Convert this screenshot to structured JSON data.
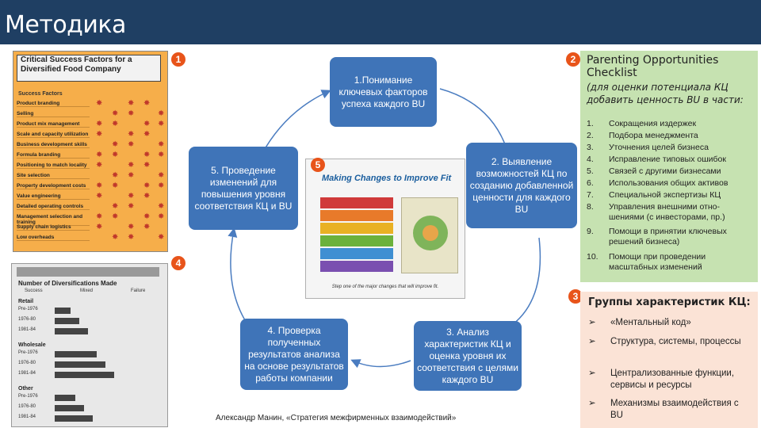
{
  "title": "Методика",
  "badges": {
    "b1": "1",
    "b2": "2",
    "b3": "3",
    "b4": "4",
    "b5": "5"
  },
  "cycle": {
    "box1": "1.Понимание ключевых факторов успеха каждого BU",
    "box2": "2. Выявление возможностей КЦ по созданию добавленной ценности для каждого BU",
    "box3": "3. Анализ характеристик КЦ и оценка уровня их соответствия с целями каждого BU",
    "box4": "4. Проверка полученных результатов анализа на основе результатов работы компании",
    "box5": "5. Проведение изменений для повышения уровня соответствия КЦ и BU"
  },
  "csf": {
    "heading": "Critical Success Factors for a Diversified Food Company",
    "factors_header": "Success Factors",
    "factors": [
      "Product branding",
      "Selling",
      "Product mix management",
      "Scale and capacity utilization",
      "Business development skills",
      "Formula branding",
      "Positioning to match locality",
      "Site selection",
      "Property development costs",
      "Value engineering",
      "Detailed operating controls",
      "Management selection and training",
      "Supply chain logistics",
      "Low overheads"
    ]
  },
  "book": {
    "title": "Making Changes to Improve Fit",
    "caption": "Step one of the major changes that will improve fit."
  },
  "oldtable": {
    "heading": "Number of Diversifications Made",
    "cols": [
      "Success",
      "Mixed",
      "Failure"
    ],
    "groups": [
      {
        "name": "Retail",
        "rows": [
          "Pre-1976",
          "1976-80",
          "1981-84"
        ]
      },
      {
        "name": "Wholesale",
        "rows": [
          "Pre-1976",
          "1976-80",
          "1981-84"
        ]
      },
      {
        "name": "Other",
        "rows": [
          "Pre-1976",
          "1976-80",
          "1981-84"
        ]
      }
    ]
  },
  "parenting": {
    "title": "Parenting Opportunities Checklist",
    "subtitle": "(для оценки потенциала КЦ добавить ценность BU в части:",
    "items": [
      {
        "n": "1.",
        "t": "Сокращения издержек"
      },
      {
        "n": "2.",
        "t": "Подбора менеджмента"
      },
      {
        "n": "3.",
        "t": "Уточнения целей бизнеса"
      },
      {
        "n": "4.",
        "t": "Исправление типовых ошибок"
      },
      {
        "n": "5.",
        "t": "Связей с другими бизнесами"
      },
      {
        "n": "6.",
        "t": "Использования общих активов"
      },
      {
        "n": "7.",
        "t": "Специальной экспертизы КЦ"
      },
      {
        "n": "8.",
        "t": "Управления внешними отно-шениями (с инвесторами, пр.)"
      },
      {
        "n": "9.",
        "t": "Помощи в принятии ключевых решений бизнеса)"
      },
      {
        "n": "10.",
        "t": "Помощи при проведении масштабных изменений"
      }
    ]
  },
  "groups": {
    "title": "Группы характеристик КЦ:",
    "items": [
      "«Ментальный код»",
      "Структура, системы, процессы",
      "Централизованные функции, сервисы и ресурсы",
      "Механизмы взаимодействия с BU"
    ]
  },
  "footer": "Александр Манин, «Стратегия межфирменных взаимодействий»"
}
